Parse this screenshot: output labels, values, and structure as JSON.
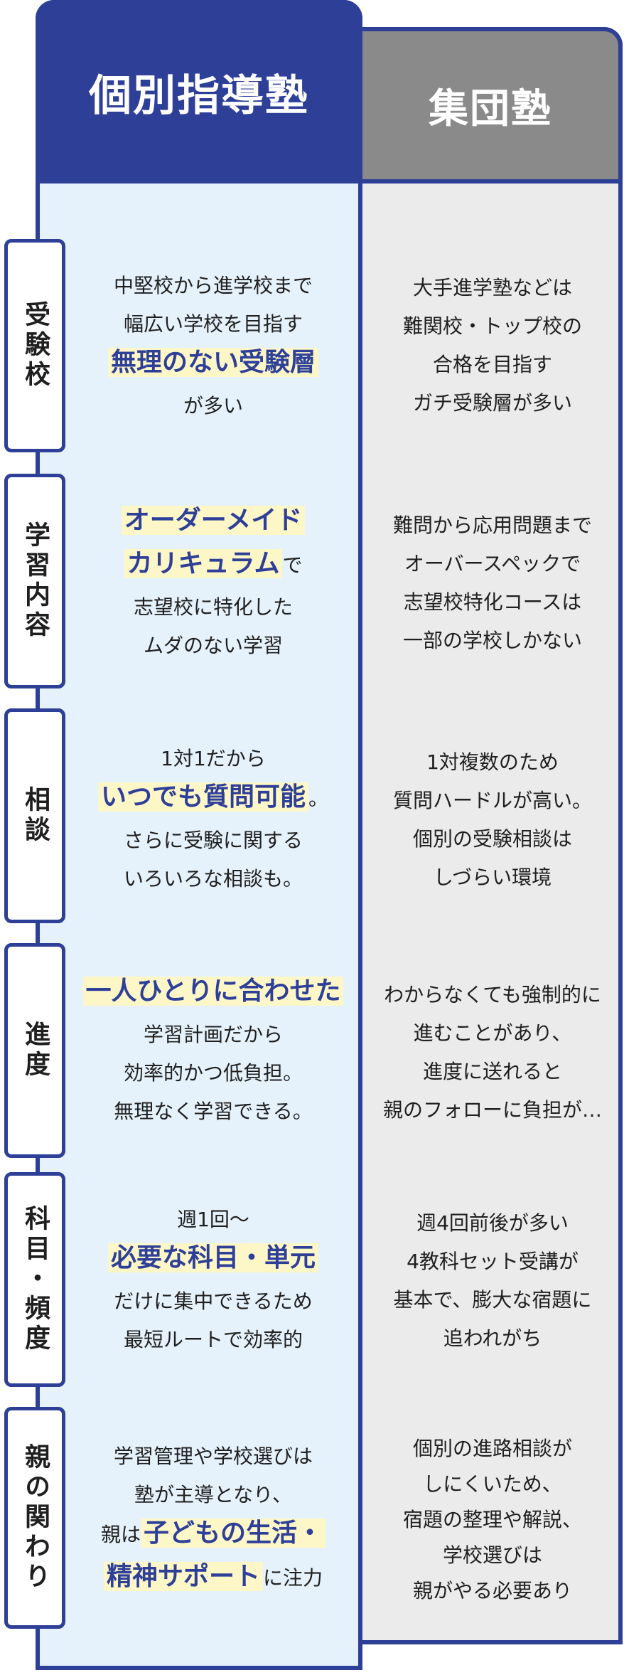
{
  "header": {
    "indiv_title": "個別指導塾",
    "group_title": "集団塾"
  },
  "rows": [
    {
      "label": "受験校",
      "indiv": {
        "pre": [
          "中堅校から進学校まで",
          "幅広い学校を目指す"
        ],
        "hl1": "無理のない受験層",
        "post": [
          "が多い"
        ]
      },
      "group": [
        "大手進学塾などは",
        "難関校・トップ校の",
        "合格を目指す",
        "ガチ受験層が多い"
      ]
    },
    {
      "label": "学習内容",
      "indiv": {
        "hl1": "オーダーメイド",
        "hl2": "カリキュラム",
        "hl2_suffix": "で",
        "post": [
          "志望校に特化した",
          "ムダのない学習"
        ]
      },
      "group": [
        "難問から応用問題まで",
        "オーバースペックで",
        "志望校特化コースは",
        "一部の学校しかない"
      ]
    },
    {
      "label": "相談",
      "indiv": {
        "pre": [
          "1対1だから"
        ],
        "hl1": "いつでも質問可能",
        "hl1_suffix": "。",
        "post": [
          "さらに受験に関する",
          "いろいろな相談も。"
        ]
      },
      "group": [
        "1対複数のため",
        "質問ハードルが高い。",
        "個別の受験相談は",
        "しづらい環境"
      ]
    },
    {
      "label": "進度",
      "indiv": {
        "hl1": "一人ひとりに合わせた",
        "post": [
          "学習計画だから",
          "効率的かつ低負担。",
          "無理なく学習できる。"
        ]
      },
      "group": [
        "わからなくても強制的に",
        "進むことがあり、",
        "進度に送れると",
        "親のフォローに負担が…"
      ]
    },
    {
      "label": "科目・頻度",
      "indiv": {
        "pre": [
          "週1回〜"
        ],
        "hl1": "必要な科目・単元",
        "post": [
          "だけに集中できるため",
          "最短ルートで効率的"
        ]
      },
      "group": [
        "週4回前後が多い",
        "4教科セット受講が",
        "基本で、膨大な宿題に",
        "追われがち"
      ]
    },
    {
      "label": "親の関わり",
      "indiv": {
        "pre": [
          "学習管理や学校選びは",
          "塾が主導となり、"
        ],
        "hl1_prefix": "親は",
        "hl1": "子どもの生活・",
        "hl2": "精神サポート",
        "hl2_suffix": "に注力"
      },
      "group": [
        "個別の進路相談が",
        "しにくいため、",
        "宿題の整理や解説、",
        "学校選びは",
        "親がやる必要あり"
      ]
    }
  ]
}
